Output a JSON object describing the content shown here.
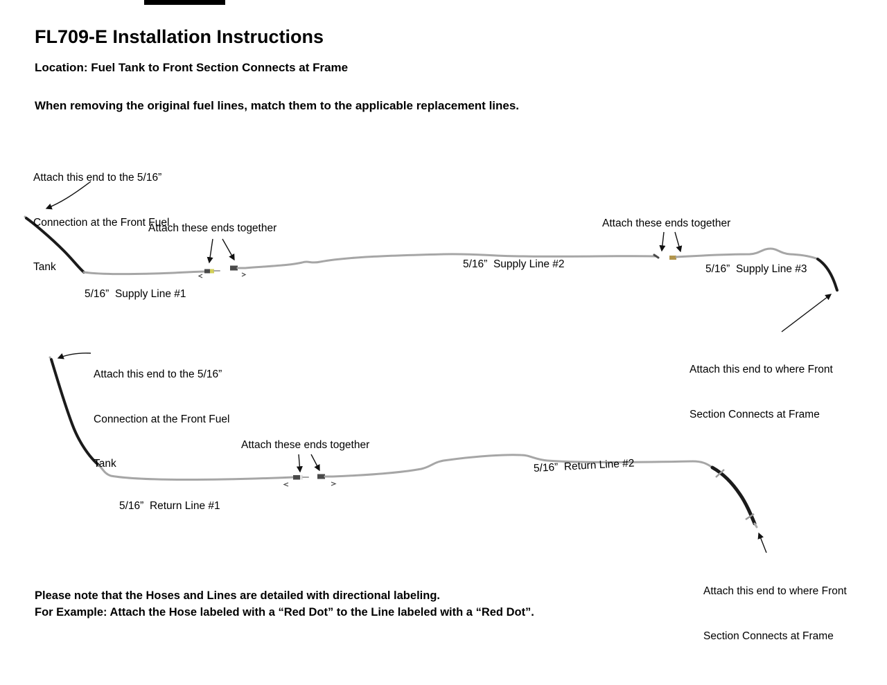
{
  "header": {
    "title": "FL709-E Installation Instructions",
    "location": "Location: Fuel Tank to Front Section Connects at Frame",
    "intro": "When removing the original fuel lines, match them to the applicable replacement lines."
  },
  "annotations": {
    "supply_tank_attach": [
      "Attach this end to the 5/16”",
      "Connection at the Front Fuel",
      "Tank"
    ],
    "supply_join_1": "Attach these ends together",
    "supply_line_1": "5/16”  Supply Line #1",
    "supply_line_2": "5/16”  Supply Line #2",
    "supply_join_2": "Attach these ends together",
    "supply_line_3": "5/16”  Supply Line #3",
    "supply_frame_attach": [
      "Attach this end to where Front",
      "Section Connects at Frame"
    ],
    "return_tank_attach": [
      "Attach this end to the 5/16”",
      "Connection at the Front Fuel",
      "Tank"
    ],
    "return_join": "Attach these ends together",
    "return_line_1": "5/16”  Return Line #1",
    "return_line_2": "5/16”  Return Line #2",
    "return_frame_attach": [
      "Attach this end to where Front",
      "Section Connects at Frame"
    ]
  },
  "footer": {
    "note_1": "Please note that the Hoses and Lines are detailed with directional labeling.",
    "note_2": "For Example: Attach the Hose labeled with a “Red Dot” to the Line labeled with a “Red Dot”."
  },
  "colors": {
    "line_metal": "#a6a6a6",
    "hose_rubber": "#1b1b1b",
    "fitting_dark": "#4a4a4a",
    "fitting_yellow": "#d2cf57",
    "fitting_brass": "#b2954c",
    "arrow": "#111111",
    "text": "#000000",
    "background": "#ffffff"
  }
}
